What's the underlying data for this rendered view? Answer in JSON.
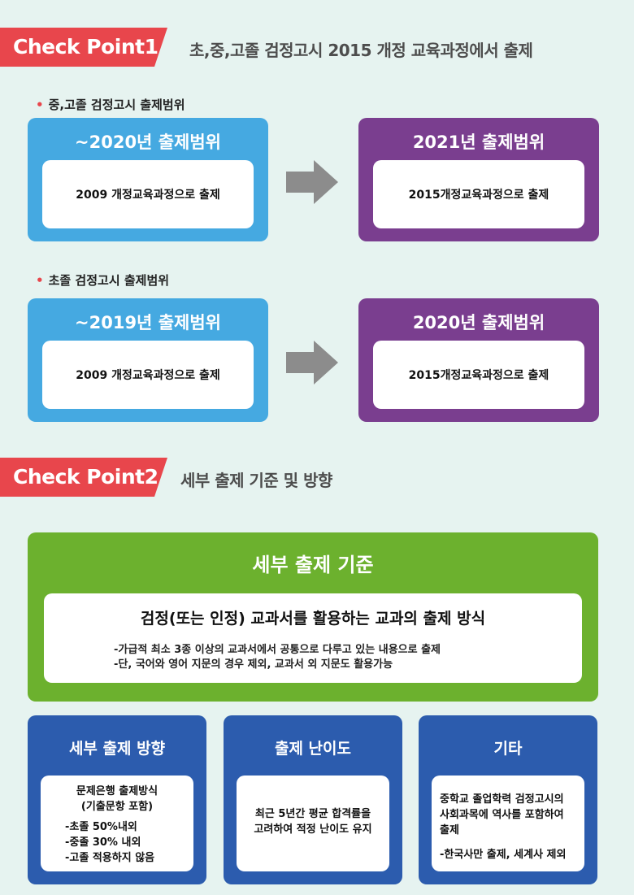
{
  "cp1": {
    "tag": "Check Point1",
    "title": "초,중,고졸 검정고시 2015 개정 교육과정에서 출제",
    "section1": {
      "bullet": "중,고졸 검정고시 출제범위",
      "left": {
        "title": "~2020년 출제범위",
        "body": "2009 개정교육과정으로 출제"
      },
      "right": {
        "title": "2021년 출제범위",
        "body": "2015개정교육과정으로 출제"
      }
    },
    "section2": {
      "bullet": "초졸 검정고시 출제범위",
      "left": {
        "title": "~2019년 출제범위",
        "body": "2009 개정교육과정으로 출제"
      },
      "right": {
        "title": "2020년 출제범위",
        "body": "2015개정교육과정으로 출제"
      }
    }
  },
  "cp2": {
    "tag": "Check Point2",
    "title": "세부 출제 기준 및 방향",
    "criteria": {
      "title": "세부 출제 기준",
      "subtitle": "검정(또는 인정) 교과서를 활용하는 교과의 출제 방식",
      "lines": [
        "-가급적 최소 3종 이상의 교과서에서 공통으로 다루고 있는 내용으로 출제",
        "-단, 국어와 영어 지문의 경우 제외, 교과서 외 지문도 활용가능"
      ]
    },
    "cards": [
      {
        "title": "세부 출제 방향",
        "lines": [
          "문제은행 출제방식",
          "(기출문항 포함)",
          "-초졸 50%내외",
          "-중졸 30% 내외",
          "-고졸 적용하지 않음"
        ]
      },
      {
        "title": "출제 난이도",
        "lines": [
          "최근 5년간 평균 합격률을",
          "고려하여 적정 난이도 유지"
        ]
      },
      {
        "title": "기타",
        "lines": [
          "중학교 졸업학력 검정고시의",
          "사회과목에 역사를 포함하여",
          "출제",
          "-한국사만 출제, 세계사 제외"
        ]
      }
    ]
  },
  "colors": {
    "tag": "#e8464c",
    "blue_panel": "#45a9e1",
    "purple_panel": "#7a3e8f",
    "green_panel": "#6cb12e",
    "navy_card": "#2c5cae",
    "arrow": "#8c8c8c",
    "background": "#e6f3f0"
  },
  "icons": {
    "arrow": "arrow-right-icon"
  }
}
